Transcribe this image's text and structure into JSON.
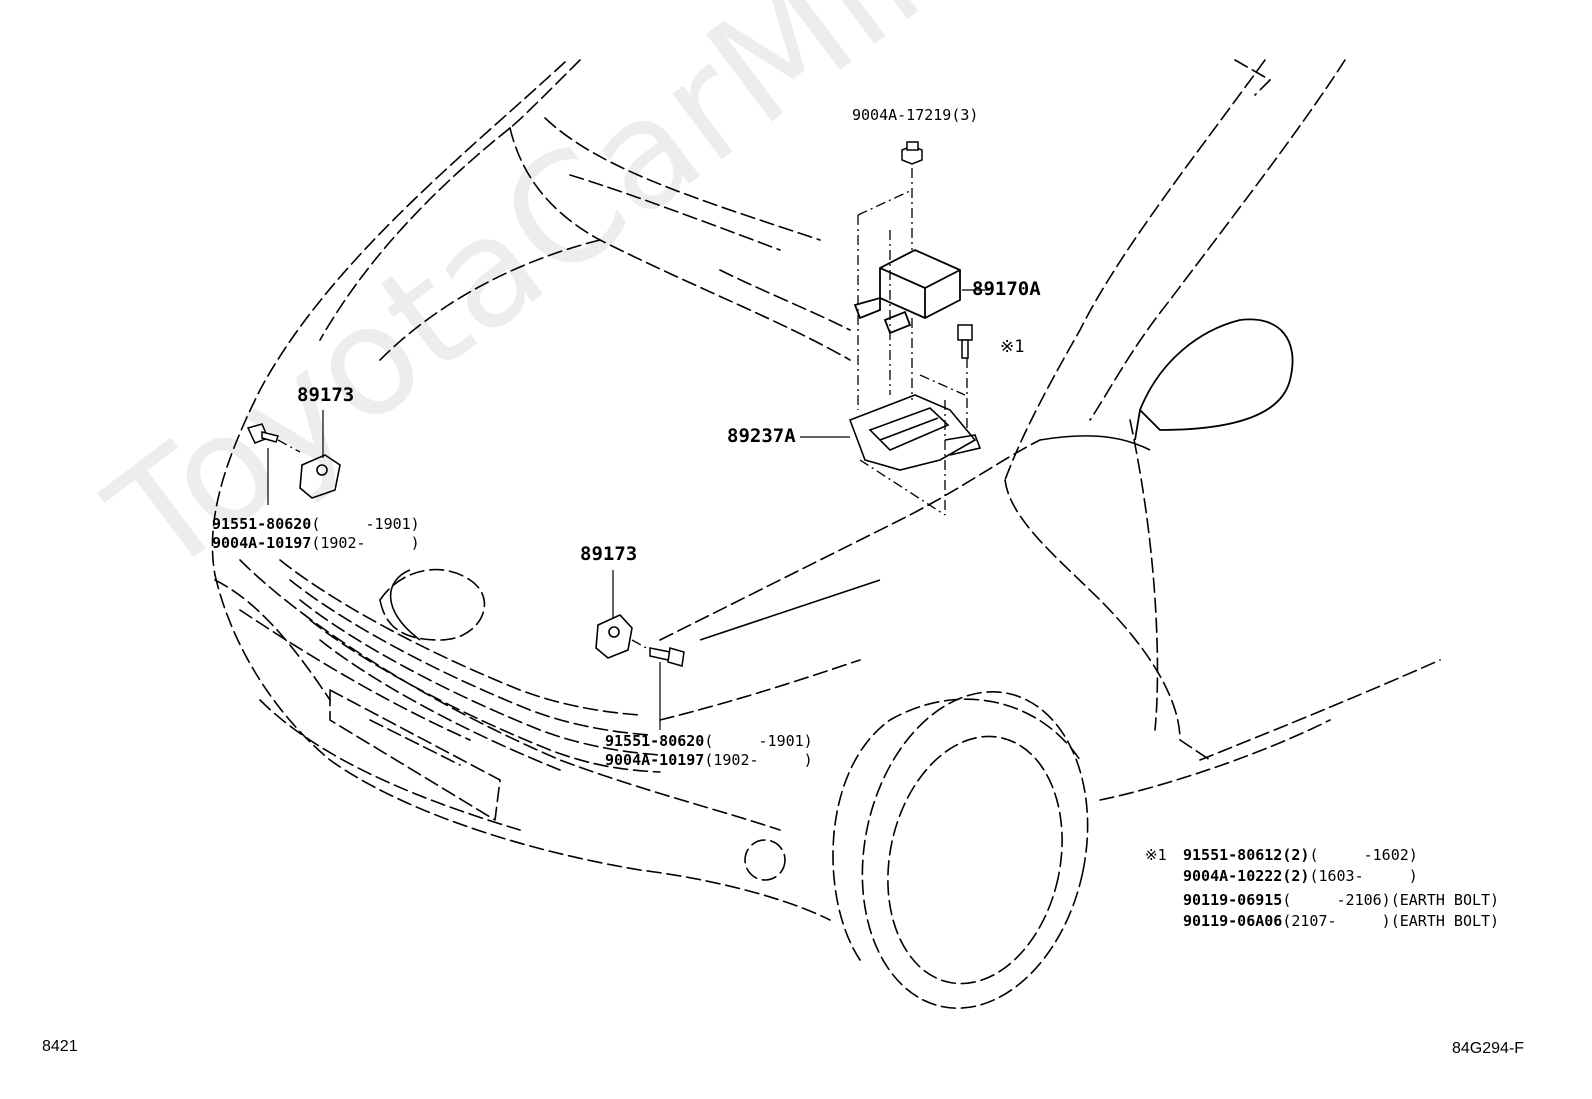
{
  "watermark": "ToyotaCarMine.ru",
  "labels": {
    "sensor_bracket_bolt": "9004A-17219(3)",
    "airbag_sensor": "89170A",
    "mark1_ref": "※1",
    "bracket": "89237A",
    "front_sensor_left": "89173",
    "front_sensor_right": "89173",
    "left_bolt_a": "91551-80620",
    "left_bolt_a_range": "(     -1901)",
    "left_bolt_b": "9004A-10197",
    "left_bolt_b_range": "(1902-     )",
    "right_bolt_a": "91551-80620",
    "right_bolt_a_range": "(     -1901)",
    "right_bolt_b": "9004A-10197",
    "right_bolt_b_range": "(1902-     )"
  },
  "notes": {
    "marker": "※1",
    "items": [
      {
        "part": "91551-80612(2)",
        "range": "(     -1602)"
      },
      {
        "part": "9004A-10222(2)",
        "range": "(1603-     )"
      },
      {
        "part": "90119-06915",
        "range": "(     -2106)(EARTH BOLT)"
      },
      {
        "part": "90119-06A06",
        "range": "(2107-     )(EARTH BOLT)"
      }
    ]
  },
  "footer": {
    "left_code": "8421",
    "right_code": "84G294-F"
  }
}
